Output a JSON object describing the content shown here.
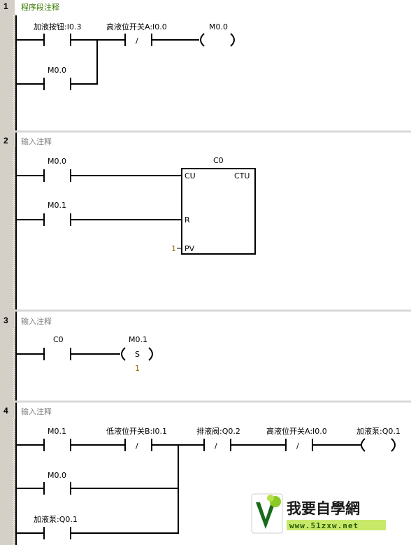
{
  "networks": [
    {
      "number": "1",
      "comment": "程序段注释"
    },
    {
      "number": "2",
      "comment": "输入注释"
    },
    {
      "number": "3",
      "comment": "输入注释"
    },
    {
      "number": "4",
      "comment": "输入注释"
    }
  ],
  "net1": {
    "contact1": "加液按钮:I0.3",
    "contact2": "M0.0",
    "contact3": "高液位开关A:I0.0",
    "nc_symbol": "/",
    "coil": "M0.0"
  },
  "net2": {
    "contact1": "M0.0",
    "contact2": "M0.1",
    "counter_name": "C0",
    "pin_cu": "CU",
    "pin_ctu": "CTU",
    "pin_r": "R",
    "pin_pv": "PV",
    "pv_value": "1"
  },
  "net3": {
    "contact1": "C0",
    "coil": "M0.1",
    "coil_type": "S",
    "coil_value": "1"
  },
  "net4": {
    "contact1": "M0.1",
    "contact2": "低液位开关B:I0.1",
    "contact3": "排液阀:Q0.2",
    "contact4": "高液位开关A:I0.0",
    "coil": "加液泵:Q0.1",
    "contact5": "M0.0",
    "contact6": "加液泵:Q0.1",
    "nc_symbol": "/"
  },
  "watermark": {
    "text": "我要自學網",
    "url": "www.51zxw.net"
  },
  "colors": {
    "comment_title": "#3a7a00",
    "comment_input": "#808080",
    "pv_value": "#8a6d00",
    "gutter": "#d4d0c8",
    "separator": "#d8d8d8"
  }
}
